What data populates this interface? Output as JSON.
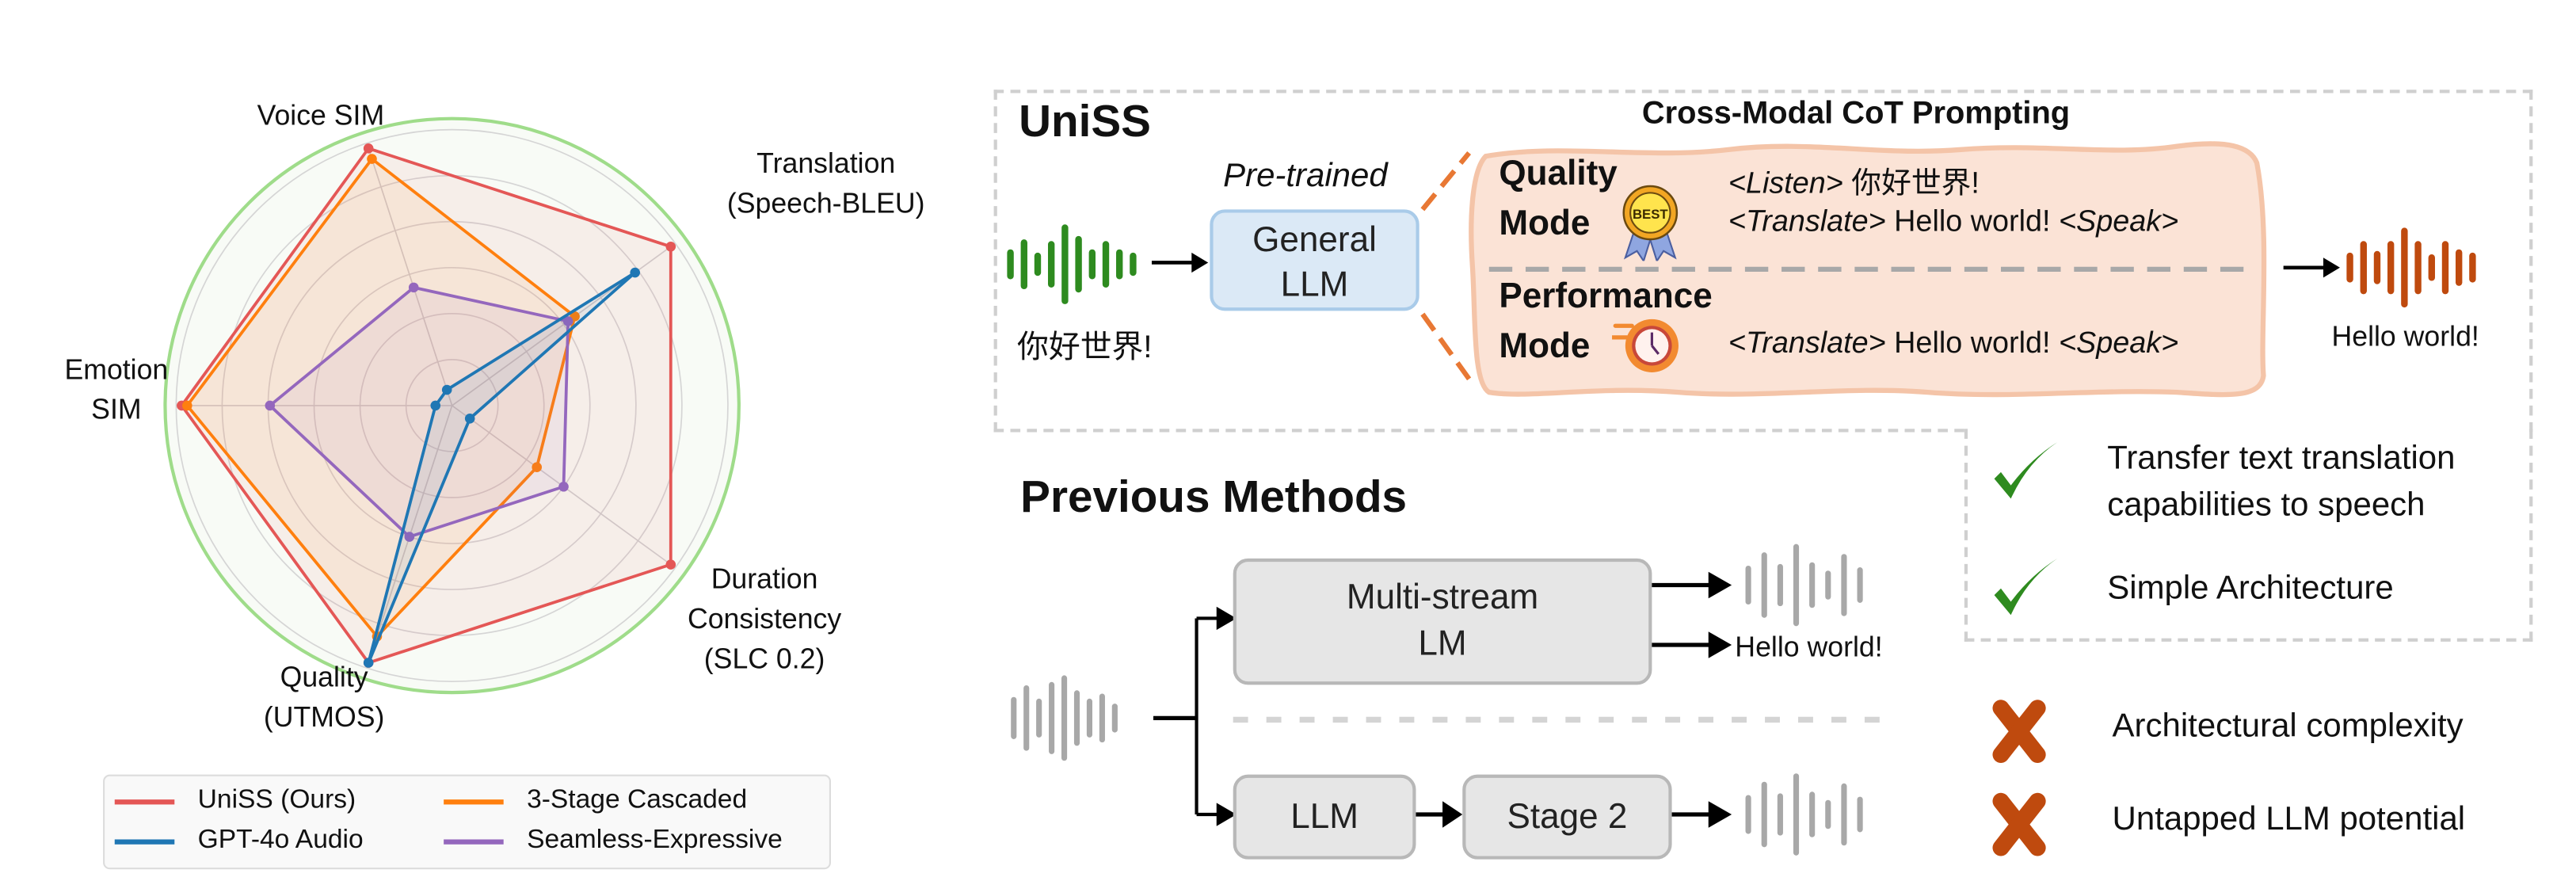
{
  "chart_data": {
    "type": "radar",
    "axes": [
      "Voice SIM",
      "Translation (Speech-BLEU)",
      "Duration Consistency (SLC 0.2)",
      "Quality (UTMOS)",
      "Emotion SIM"
    ],
    "axis_labels": [
      [
        "Voice SIM"
      ],
      [
        "Translation",
        "(Speech-BLEU)"
      ],
      [
        "Duration",
        "Consistency",
        "(SLC 0.2)"
      ],
      [
        "Quality",
        "(UTMOS)"
      ],
      [
        "Emotion",
        "SIM"
      ]
    ],
    "range": [
      0,
      1
    ],
    "grid": true,
    "rings": 6,
    "legend_position": "bottom",
    "series": [
      {
        "name": "UniSS (Ours)",
        "color": "#e45756",
        "values": [
          0.98,
          0.98,
          0.98,
          0.98,
          0.98
        ]
      },
      {
        "name": "GPT-4o Audio",
        "color": "#1f77b4",
        "values": [
          0.0,
          0.82,
          0.08,
          0.98,
          0.0
        ]
      },
      {
        "name": "3-Stage Cascaded",
        "color": "#ff7f0e",
        "values": [
          0.94,
          0.55,
          0.38,
          0.88,
          0.96
        ]
      },
      {
        "name": "Seamless-Expressive",
        "color": "#9467bd",
        "values": [
          0.45,
          0.52,
          0.5,
          0.5,
          0.66
        ]
      }
    ]
  },
  "uniss": {
    "title": "UniSS",
    "pretrained_label": "Pre-trained",
    "llm_box": [
      "General",
      "LLM"
    ],
    "input_text": "你好世界!",
    "cot_title": "Cross-Modal CoT Prompting",
    "quality_mode": {
      "label1": "Quality",
      "label2": "Mode",
      "badge": "BEST",
      "line1": {
        "tag": "<Listen>",
        "text": " 你好世界!"
      },
      "line2": {
        "tag1": "<Translate>",
        "text": " Hello world! ",
        "tag2": "<Speak>"
      }
    },
    "performance_mode": {
      "label1": "Performance",
      "label2": "Mode",
      "line1": {
        "tag1": "<Translate>",
        "text": " Hello world! ",
        "tag2": "<Speak>"
      }
    },
    "output_text": "Hello world!",
    "colors": {
      "input_wave": "#2e8b1f",
      "output_wave": "#bf4a0e",
      "llm_fill": "#dbe9f6",
      "llm_border": "#a9cbe9",
      "cot_fill": "#fbe3d6",
      "cot_border": "#f4c4a8"
    }
  },
  "pros": [
    {
      "icon": "check-icon",
      "lines": [
        "Transfer text translation",
        "capabilities to speech"
      ]
    },
    {
      "icon": "check-icon",
      "lines": [
        "Simple Architecture"
      ]
    }
  ],
  "previous": {
    "title": "Previous Methods",
    "multistream_box": [
      "Multi-stream",
      "LM"
    ],
    "text_output": "Hello world!",
    "llm_box": "LLM",
    "stage2_box": "Stage 2"
  },
  "cons": [
    {
      "icon": "cross-icon",
      "text": "Architectural complexity"
    },
    {
      "icon": "cross-icon",
      "text": "Untapped LLM potential"
    }
  ]
}
